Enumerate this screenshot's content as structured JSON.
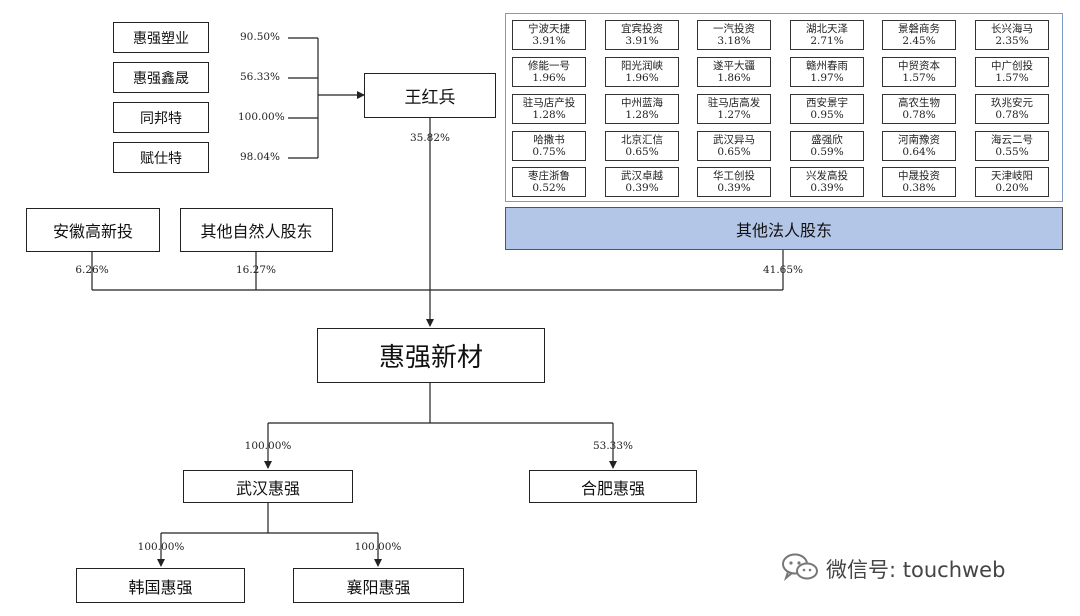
{
  "individual_holding": {
    "companies": [
      {
        "name": "惠强塑业",
        "pct": "90.50%"
      },
      {
        "name": "惠强鑫晟",
        "pct": "56.33%"
      },
      {
        "name": "同邦特",
        "pct": "100.00%"
      },
      {
        "name": "赋仕特",
        "pct": "98.04%"
      }
    ],
    "person": "王红兵",
    "person_pct": "35.82%"
  },
  "shareholders": {
    "anhui": {
      "name": "安徽高新投",
      "pct": "6.26%"
    },
    "natural": {
      "name": "其他自然人股东",
      "pct": "16.27%"
    },
    "legal": {
      "name": "其他法人股东",
      "pct": "41.65%"
    }
  },
  "legal_grid": [
    {
      "name": "宁波天捷",
      "pct": "3.91%"
    },
    {
      "name": "宜宾投资",
      "pct": "3.91%"
    },
    {
      "name": "一汽投资",
      "pct": "3.18%"
    },
    {
      "name": "湖北天泽",
      "pct": "2.71%"
    },
    {
      "name": "景磐商务",
      "pct": "2.45%"
    },
    {
      "name": "长兴海马",
      "pct": "2.35%"
    },
    {
      "name": "修能一号",
      "pct": "1.96%"
    },
    {
      "name": "阳光润峡",
      "pct": "1.96%"
    },
    {
      "name": "遂平大疆",
      "pct": "1.86%"
    },
    {
      "name": "赣州春雨",
      "pct": "1.97%"
    },
    {
      "name": "中贸资本",
      "pct": "1.57%"
    },
    {
      "name": "中广创投",
      "pct": "1.57%"
    },
    {
      "name": "驻马店产投",
      "pct": "1.28%"
    },
    {
      "name": "中州蓝海",
      "pct": "1.28%"
    },
    {
      "name": "驻马店高发",
      "pct": "1.27%"
    },
    {
      "name": "西安景宇",
      "pct": "0.95%"
    },
    {
      "name": "高农生物",
      "pct": "0.78%"
    },
    {
      "name": "玖兆安元",
      "pct": "0.78%"
    },
    {
      "name": "哈撒书",
      "pct": "0.75%"
    },
    {
      "name": "北京汇信",
      "pct": "0.65%"
    },
    {
      "name": "武汉异马",
      "pct": "0.65%"
    },
    {
      "name": "盛强欣",
      "pct": "0.59%"
    },
    {
      "name": "河南豫资",
      "pct": "0.64%"
    },
    {
      "name": "海云二号",
      "pct": "0.55%"
    },
    {
      "name": "枣庄浙鲁",
      "pct": "0.52%"
    },
    {
      "name": "武汉卓越",
      "pct": "0.39%"
    },
    {
      "name": "华工创投",
      "pct": "0.39%"
    },
    {
      "name": "兴发高投",
      "pct": "0.39%"
    },
    {
      "name": "中晟投资",
      "pct": "0.38%"
    },
    {
      "name": "天津岐阳",
      "pct": "0.20%"
    }
  ],
  "company": {
    "name": "惠强新材"
  },
  "subsidiaries": {
    "wuhan": {
      "name": "武汉惠强",
      "pct": "100.00%"
    },
    "hefei": {
      "name": "合肥惠强",
      "pct": "53.33%"
    },
    "korea": {
      "name": "韩国惠强",
      "pct": "100.00%"
    },
    "xiangyang": {
      "name": "襄阳惠强",
      "pct": "100.00%"
    }
  },
  "watermark": {
    "text": "微信号: touchweb",
    "icon": "wechat-icon"
  }
}
